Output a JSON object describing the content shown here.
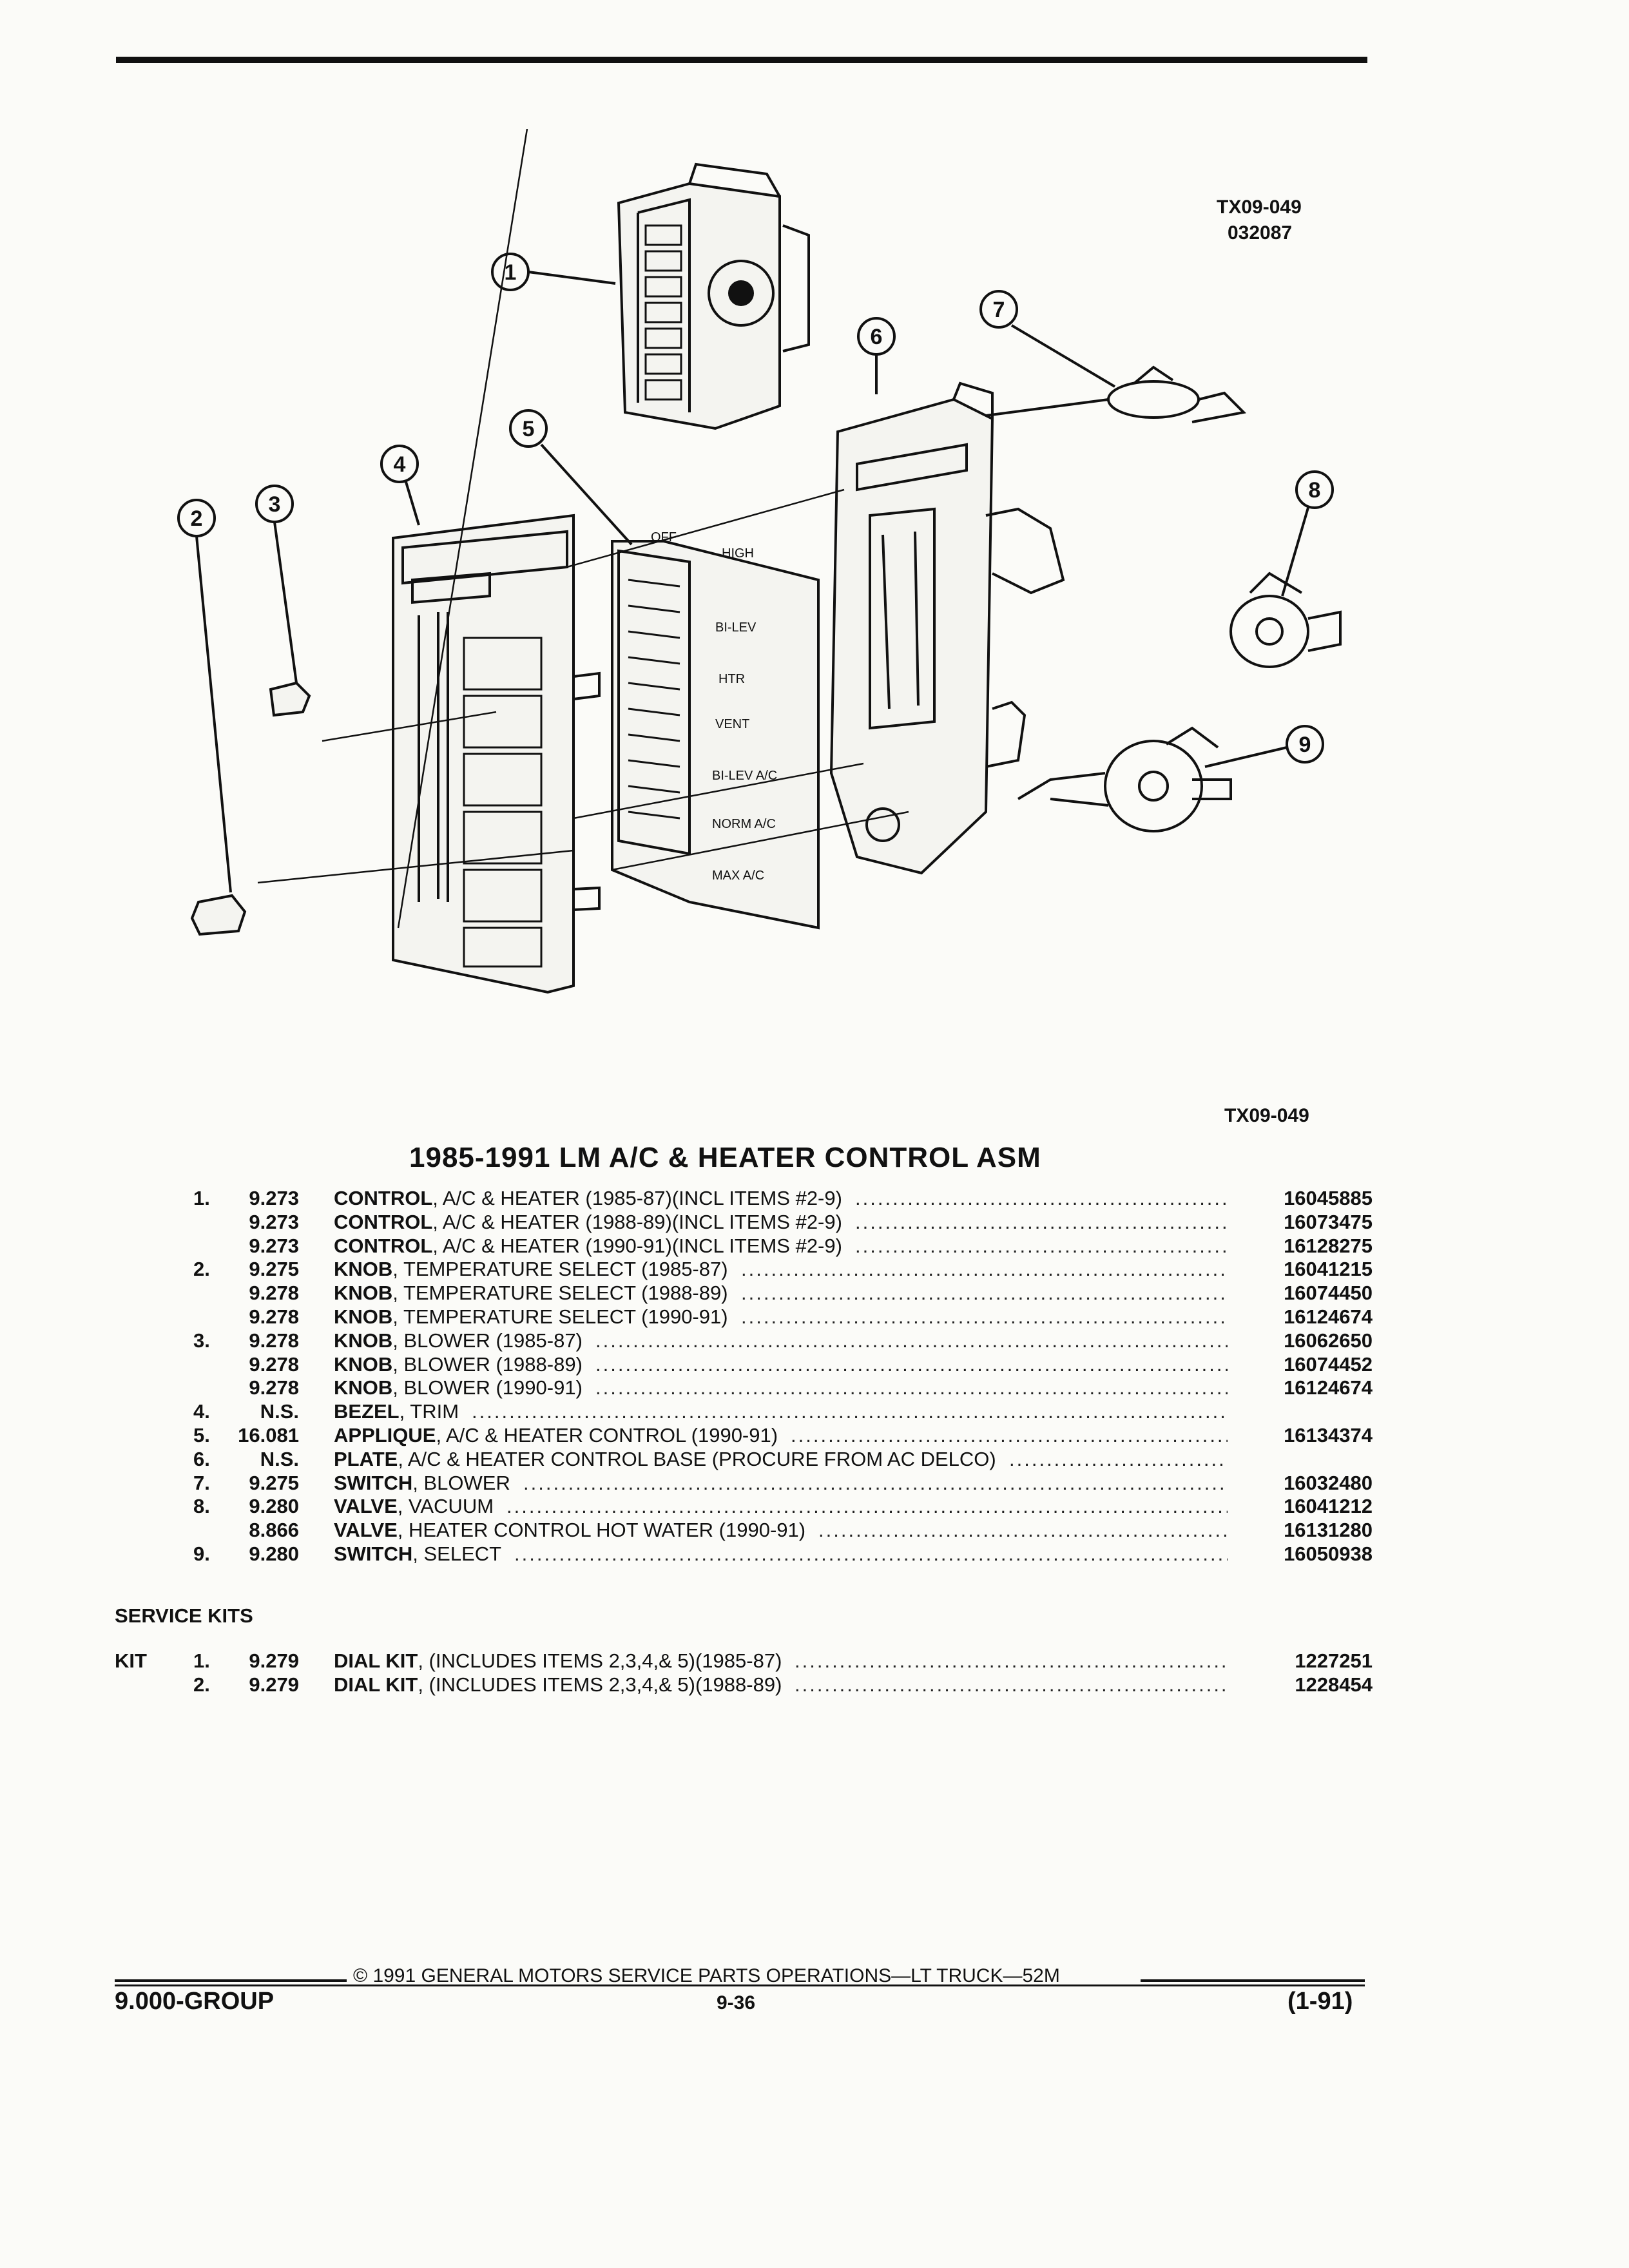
{
  "figure": {
    "code_top": "TX09-049",
    "code_date": "032087",
    "code_bottom": "TX09-049",
    "callouts": [
      "1",
      "2",
      "3",
      "4",
      "5",
      "6",
      "7",
      "8",
      "9"
    ],
    "applique_labels": [
      "OFF",
      "HIGH",
      "BI-LEV",
      "HTR",
      "VENT",
      "BI-LEV A/C",
      "NORM A/C",
      "MAX A/C"
    ]
  },
  "title": "1985-1991 LM A/C & HEATER CONTROL ASM",
  "parts": [
    {
      "item": "1.",
      "group": "9.273",
      "name": "CONTROL",
      "desc": ", A/C & HEATER (1985-87)(INCL ITEMS #2-9)",
      "part": "16045885"
    },
    {
      "item": "",
      "group": "9.273",
      "name": "CONTROL",
      "desc": ", A/C & HEATER (1988-89)(INCL ITEMS #2-9)",
      "part": "16073475"
    },
    {
      "item": "",
      "group": "9.273",
      "name": "CONTROL",
      "desc": ", A/C & HEATER (1990-91)(INCL ITEMS #2-9)",
      "part": "16128275"
    },
    {
      "item": "2.",
      "group": "9.275",
      "name": "KNOB",
      "desc": ", TEMPERATURE SELECT (1985-87)",
      "part": "16041215"
    },
    {
      "item": "",
      "group": "9.278",
      "name": "KNOB",
      "desc": ", TEMPERATURE SELECT (1988-89)",
      "part": "16074450"
    },
    {
      "item": "",
      "group": "9.278",
      "name": "KNOB",
      "desc": ", TEMPERATURE SELECT (1990-91)",
      "part": "16124674"
    },
    {
      "item": "3.",
      "group": "9.278",
      "name": "KNOB",
      "desc": ", BLOWER (1985-87)",
      "part": "16062650"
    },
    {
      "item": "",
      "group": "9.278",
      "name": "KNOB",
      "desc": ", BLOWER (1988-89)",
      "part": "16074452"
    },
    {
      "item": "",
      "group": "9.278",
      "name": "KNOB",
      "desc": ", BLOWER (1990-91)",
      "part": "16124674"
    },
    {
      "item": "4.",
      "group": "N.S.",
      "name": "BEZEL",
      "desc": ", TRIM",
      "part": ""
    },
    {
      "item": "5.",
      "group": "16.081",
      "name": "APPLIQUE",
      "desc": ", A/C & HEATER CONTROL (1990-91)",
      "part": "16134374"
    },
    {
      "item": "6.",
      "group": "N.S.",
      "name": "PLATE",
      "desc": ", A/C & HEATER CONTROL BASE (PROCURE FROM AC DELCO)",
      "part": ""
    },
    {
      "item": "7.",
      "group": "9.275",
      "name": "SWITCH",
      "desc": ", BLOWER",
      "part": "16032480"
    },
    {
      "item": "8.",
      "group": "9.280",
      "name": "VALVE",
      "desc": ", VACUUM",
      "part": "16041212"
    },
    {
      "item": "",
      "group": "8.866",
      "name": "VALVE",
      "desc": ", HEATER CONTROL HOT WATER (1990-91)",
      "part": "16131280"
    },
    {
      "item": "9.",
      "group": "9.280",
      "name": "SWITCH",
      "desc": ", SELECT",
      "part": "16050938"
    }
  ],
  "service_kits": {
    "heading": "SERVICE KITS",
    "label": "KIT",
    "items": [
      {
        "item": "1.",
        "group": "9.279",
        "name": "DIAL KIT",
        "desc": ", (INCLUDES ITEMS 2,3,4,& 5)(1985-87)",
        "part": "1227251"
      },
      {
        "item": "2.",
        "group": "9.279",
        "name": "DIAL KIT",
        "desc": ", (INCLUDES ITEMS 2,3,4,& 5)(1988-89)",
        "part": "1228454"
      }
    ]
  },
  "footer": {
    "copyright": "© 1991 GENERAL MOTORS SERVICE PARTS OPERATIONS—LT TRUCK—52M",
    "group": "9.000-GROUP",
    "page": "9-36",
    "date": "(1-91)"
  }
}
